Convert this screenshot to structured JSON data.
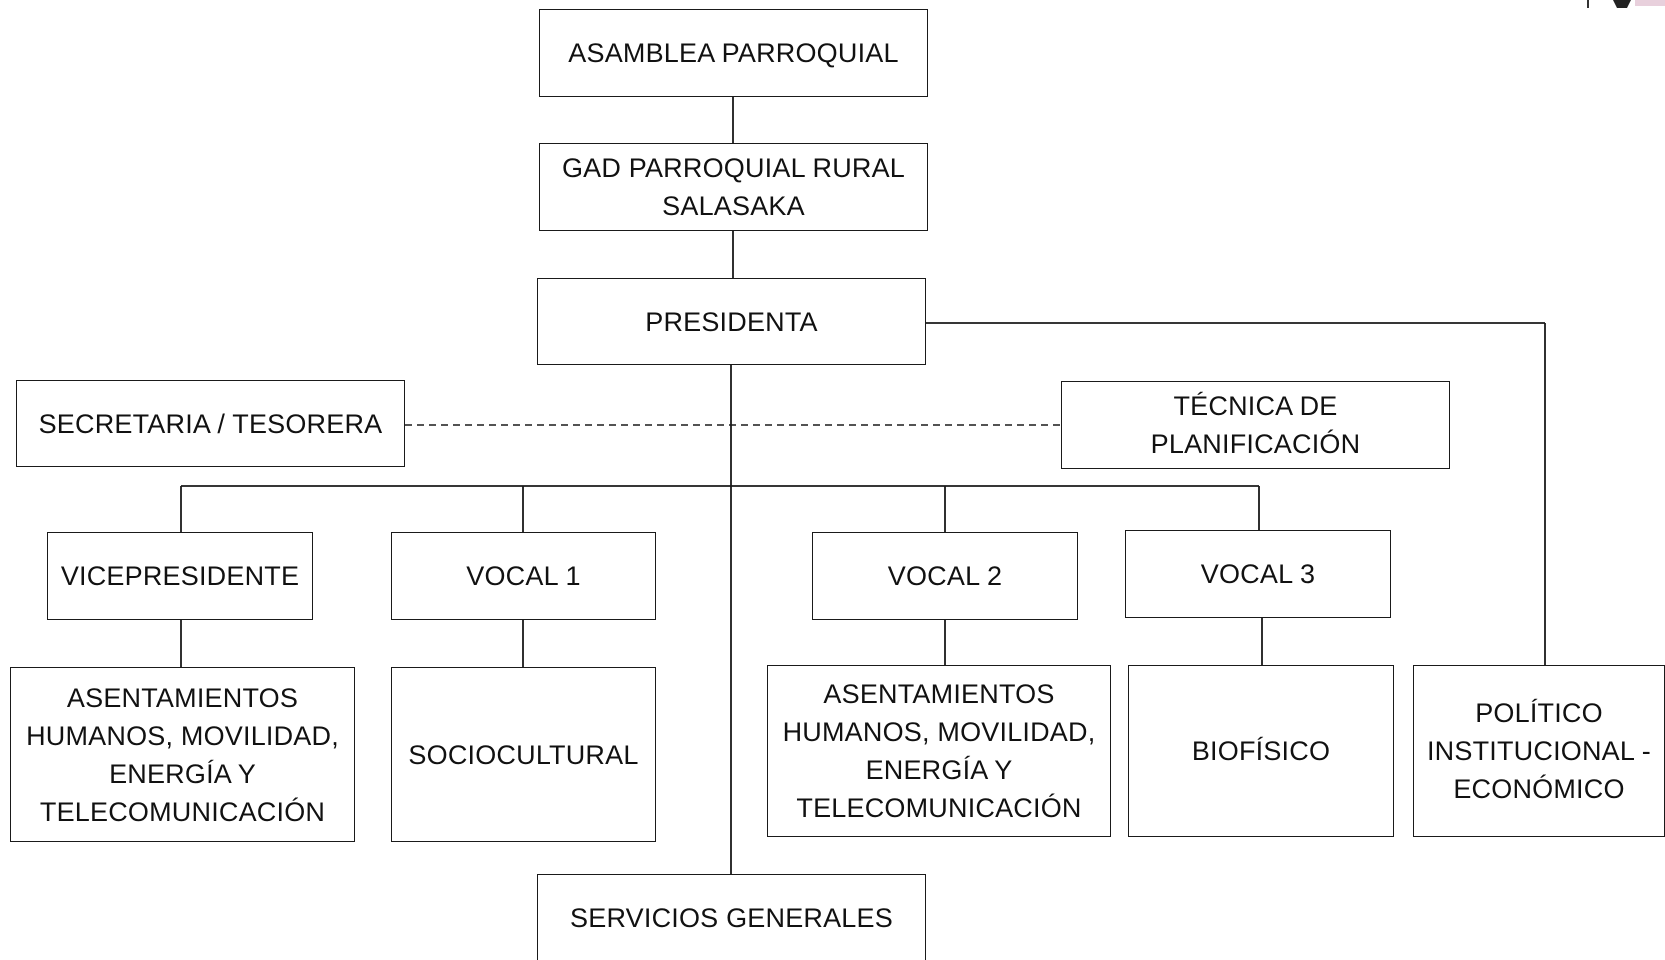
{
  "nodes": {
    "asamblea": "ASAMBLEA PARROQUIAL",
    "gad": "GAD PARROQUIAL RURAL SALASAKA",
    "presidenta": "PRESIDENTA",
    "secretaria": "SECRETARIA / TESORERA",
    "tecnica": "TÉCNICA DE PLANIFICACIÓN",
    "vicepresidente": "VICEPRESIDENTE",
    "vocal1": "VOCAL 1",
    "vocal2": "VOCAL 2",
    "vocal3": "VOCAL 3",
    "asentamientos_1": "ASENTAMIENTOS HUMANOS, MOVILIDAD, ENERGÍA Y TELECOMUNICACIÓN",
    "sociocultural": "SOCIOCULTURAL",
    "asentamientos_2": "ASENTAMIENTOS HUMANOS, MOVILIDAD, ENERGÍA Y TELECOMUNICACIÓN",
    "biofisico": "BIOFÍSICO",
    "politico": "POLÍTICO INSTITUCIONAL - ECONÓMICO",
    "servicios": "SERVICIOS GENERALES"
  },
  "edges": [
    {
      "from": "asamblea",
      "to": "gad",
      "style": "solid"
    },
    {
      "from": "gad",
      "to": "presidenta",
      "style": "solid"
    },
    {
      "from": "presidenta",
      "to": "vicepresidente",
      "style": "solid"
    },
    {
      "from": "presidenta",
      "to": "vocal1",
      "style": "solid"
    },
    {
      "from": "presidenta",
      "to": "vocal2",
      "style": "solid"
    },
    {
      "from": "presidenta",
      "to": "vocal3",
      "style": "solid"
    },
    {
      "from": "presidenta",
      "to": "servicios",
      "style": "solid"
    },
    {
      "from": "presidenta",
      "to": "politico",
      "style": "solid"
    },
    {
      "from": "secretaria",
      "to": "tecnica",
      "style": "dashed"
    },
    {
      "from": "vicepresidente",
      "to": "asentamientos_1",
      "style": "solid"
    },
    {
      "from": "vocal1",
      "to": "sociocultural",
      "style": "solid"
    },
    {
      "from": "vocal2",
      "to": "asentamientos_2",
      "style": "solid"
    },
    {
      "from": "vocal3",
      "to": "biofisico",
      "style": "solid"
    }
  ],
  "colors": {
    "line": "#1a1a1a",
    "box_border": "#1a1a1a",
    "background": "#ffffff"
  }
}
